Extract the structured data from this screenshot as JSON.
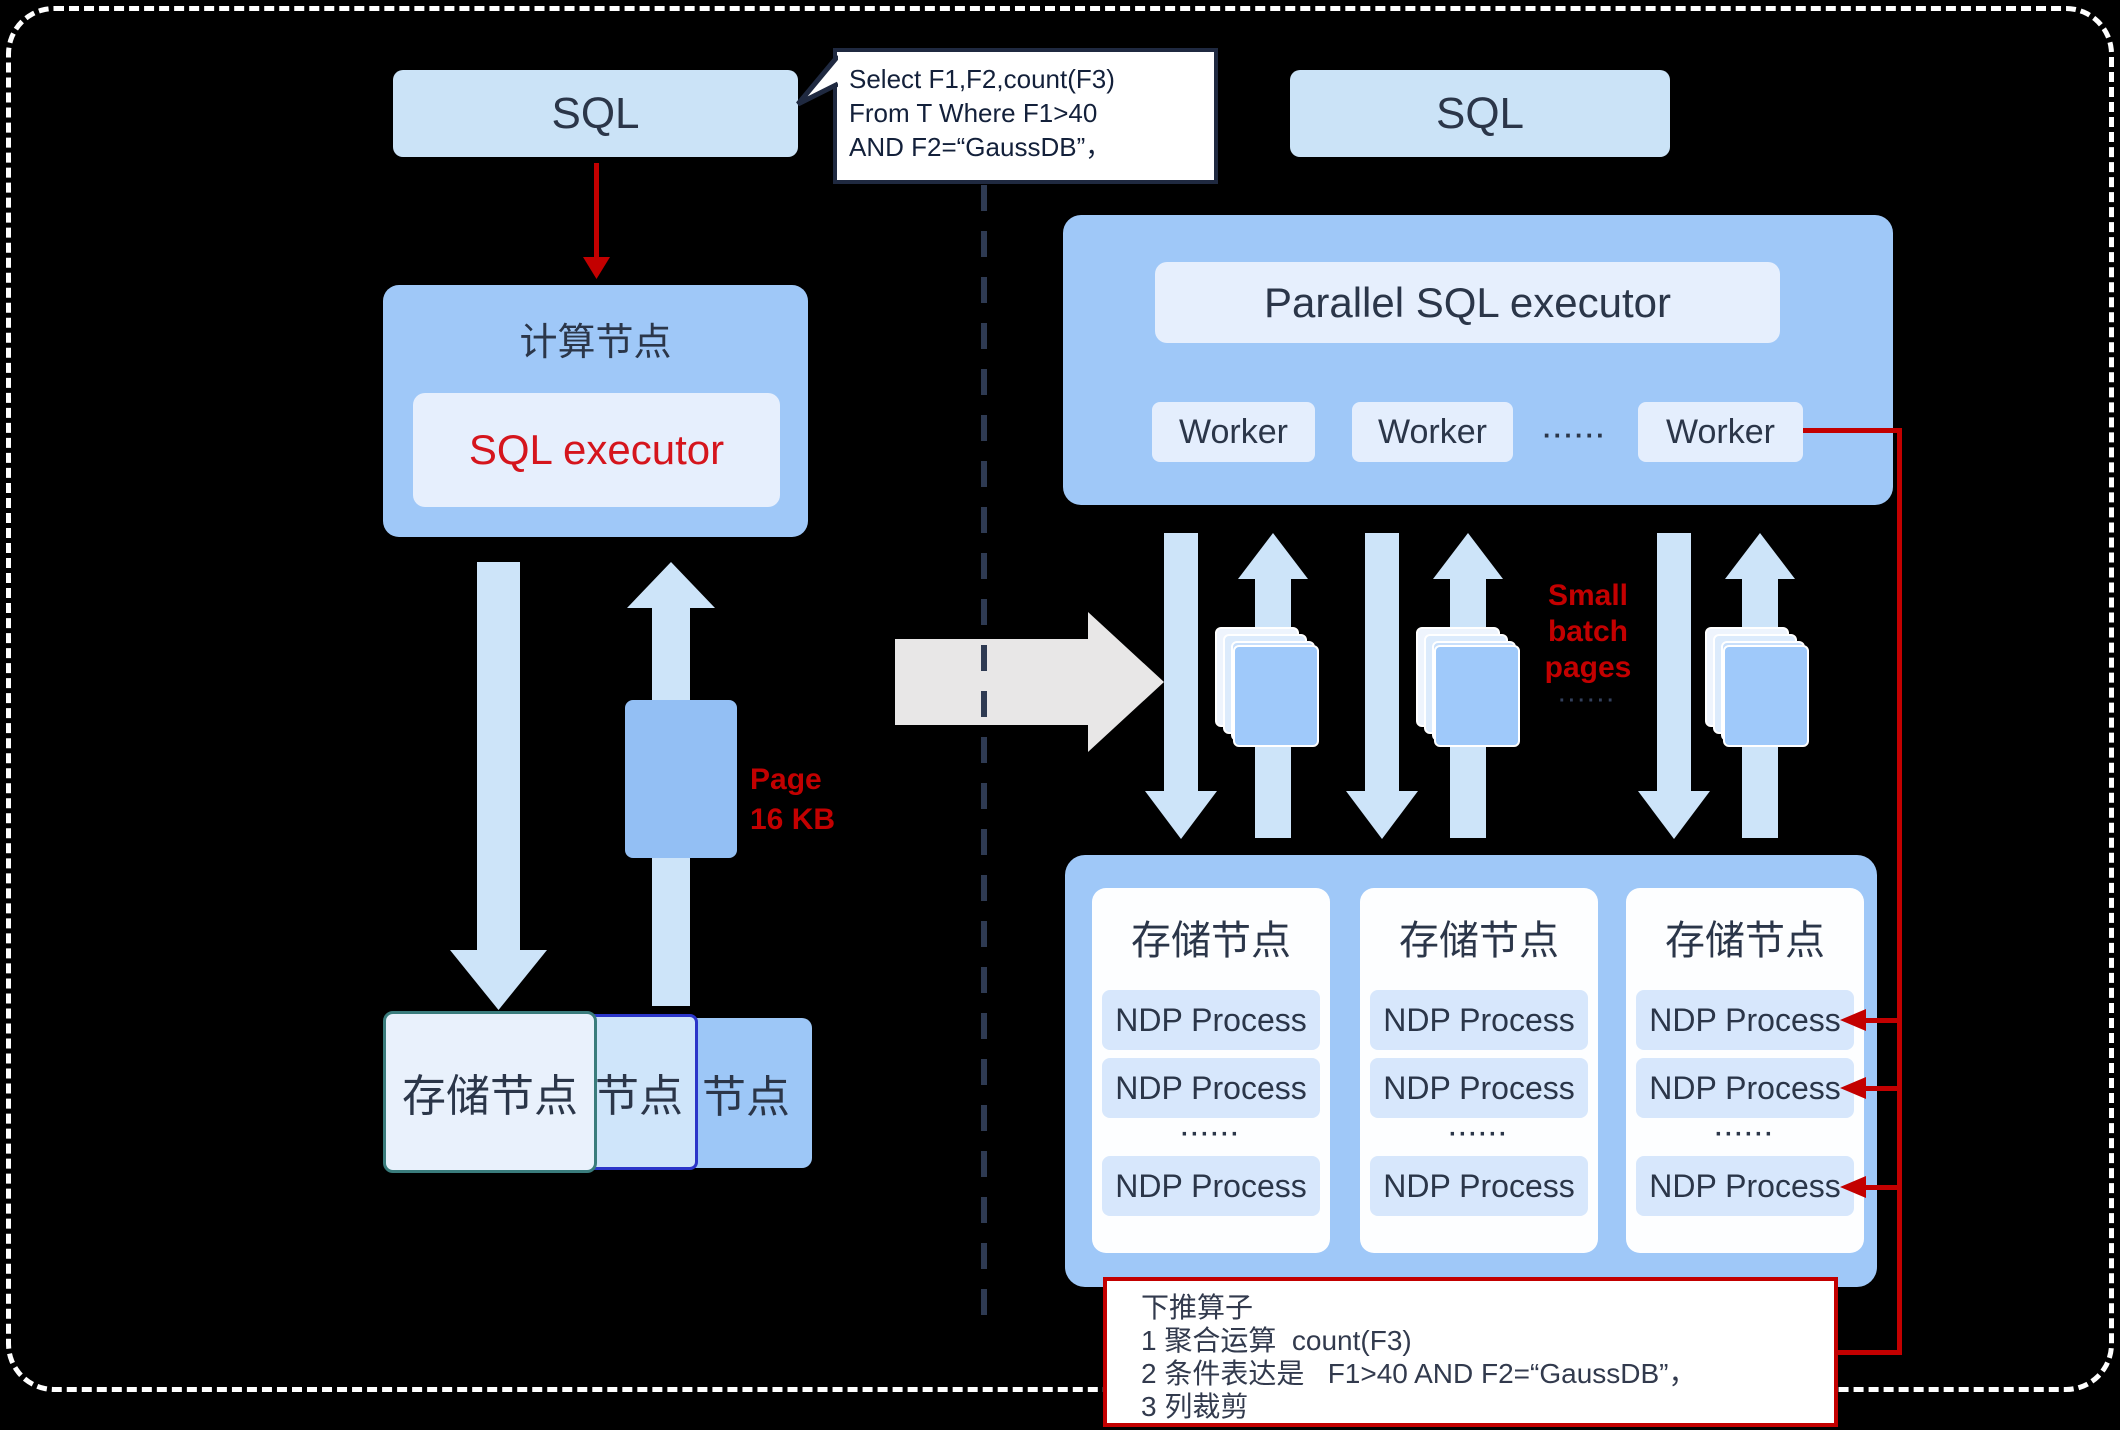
{
  "colors": {
    "accent_red": "#c30000",
    "executor_red": "#d5151d",
    "navy_text": "#2b3649",
    "node_blue": "#9fc8f8",
    "pale_blue": "#e6effd",
    "arrow_blue": "#cde4f9",
    "sql_box_blue": "#cbe3f7"
  },
  "left_panel": {
    "sql_label": "SQL",
    "query_bubble_lines": [
      "Select F1,F2,count(F3)",
      "From T Where F1>40",
      "AND F2=“GaussDB”，"
    ],
    "compute_node_title": "计算节点",
    "sql_executor_label": "SQL executor",
    "page_size_line1": "Page",
    "page_size_line2": "16 KB",
    "storage_node_front": "存储节点",
    "storage_node_middle": "节点",
    "storage_node_back": "节点"
  },
  "right_panel": {
    "sql_label": "SQL",
    "parallel_executor_title": "Parallel SQL executor",
    "workers": [
      "Worker",
      "Worker",
      "Worker"
    ],
    "worker_dots": "······",
    "small_batch_lines": [
      "Small",
      "batch",
      "pages"
    ],
    "small_batch_dots": "······",
    "storage_nodes": [
      {
        "title": "存储节点",
        "processes": [
          "NDP Process",
          "NDP Process",
          "NDP Process"
        ],
        "dots": "······"
      },
      {
        "title": "存储节点",
        "processes": [
          "NDP Process",
          "NDP Process",
          "NDP Process"
        ],
        "dots": "······"
      },
      {
        "title": "存储节点",
        "processes": [
          "NDP Process",
          "NDP Process",
          "NDP Process"
        ],
        "dots": "······"
      }
    ],
    "pushdown_note_lines": [
      "下推算子",
      "1 聚合运算  count(F3)",
      "2 条件表达是   F1>40 AND F2=“GaussDB”，",
      "3 列裁剪"
    ]
  }
}
